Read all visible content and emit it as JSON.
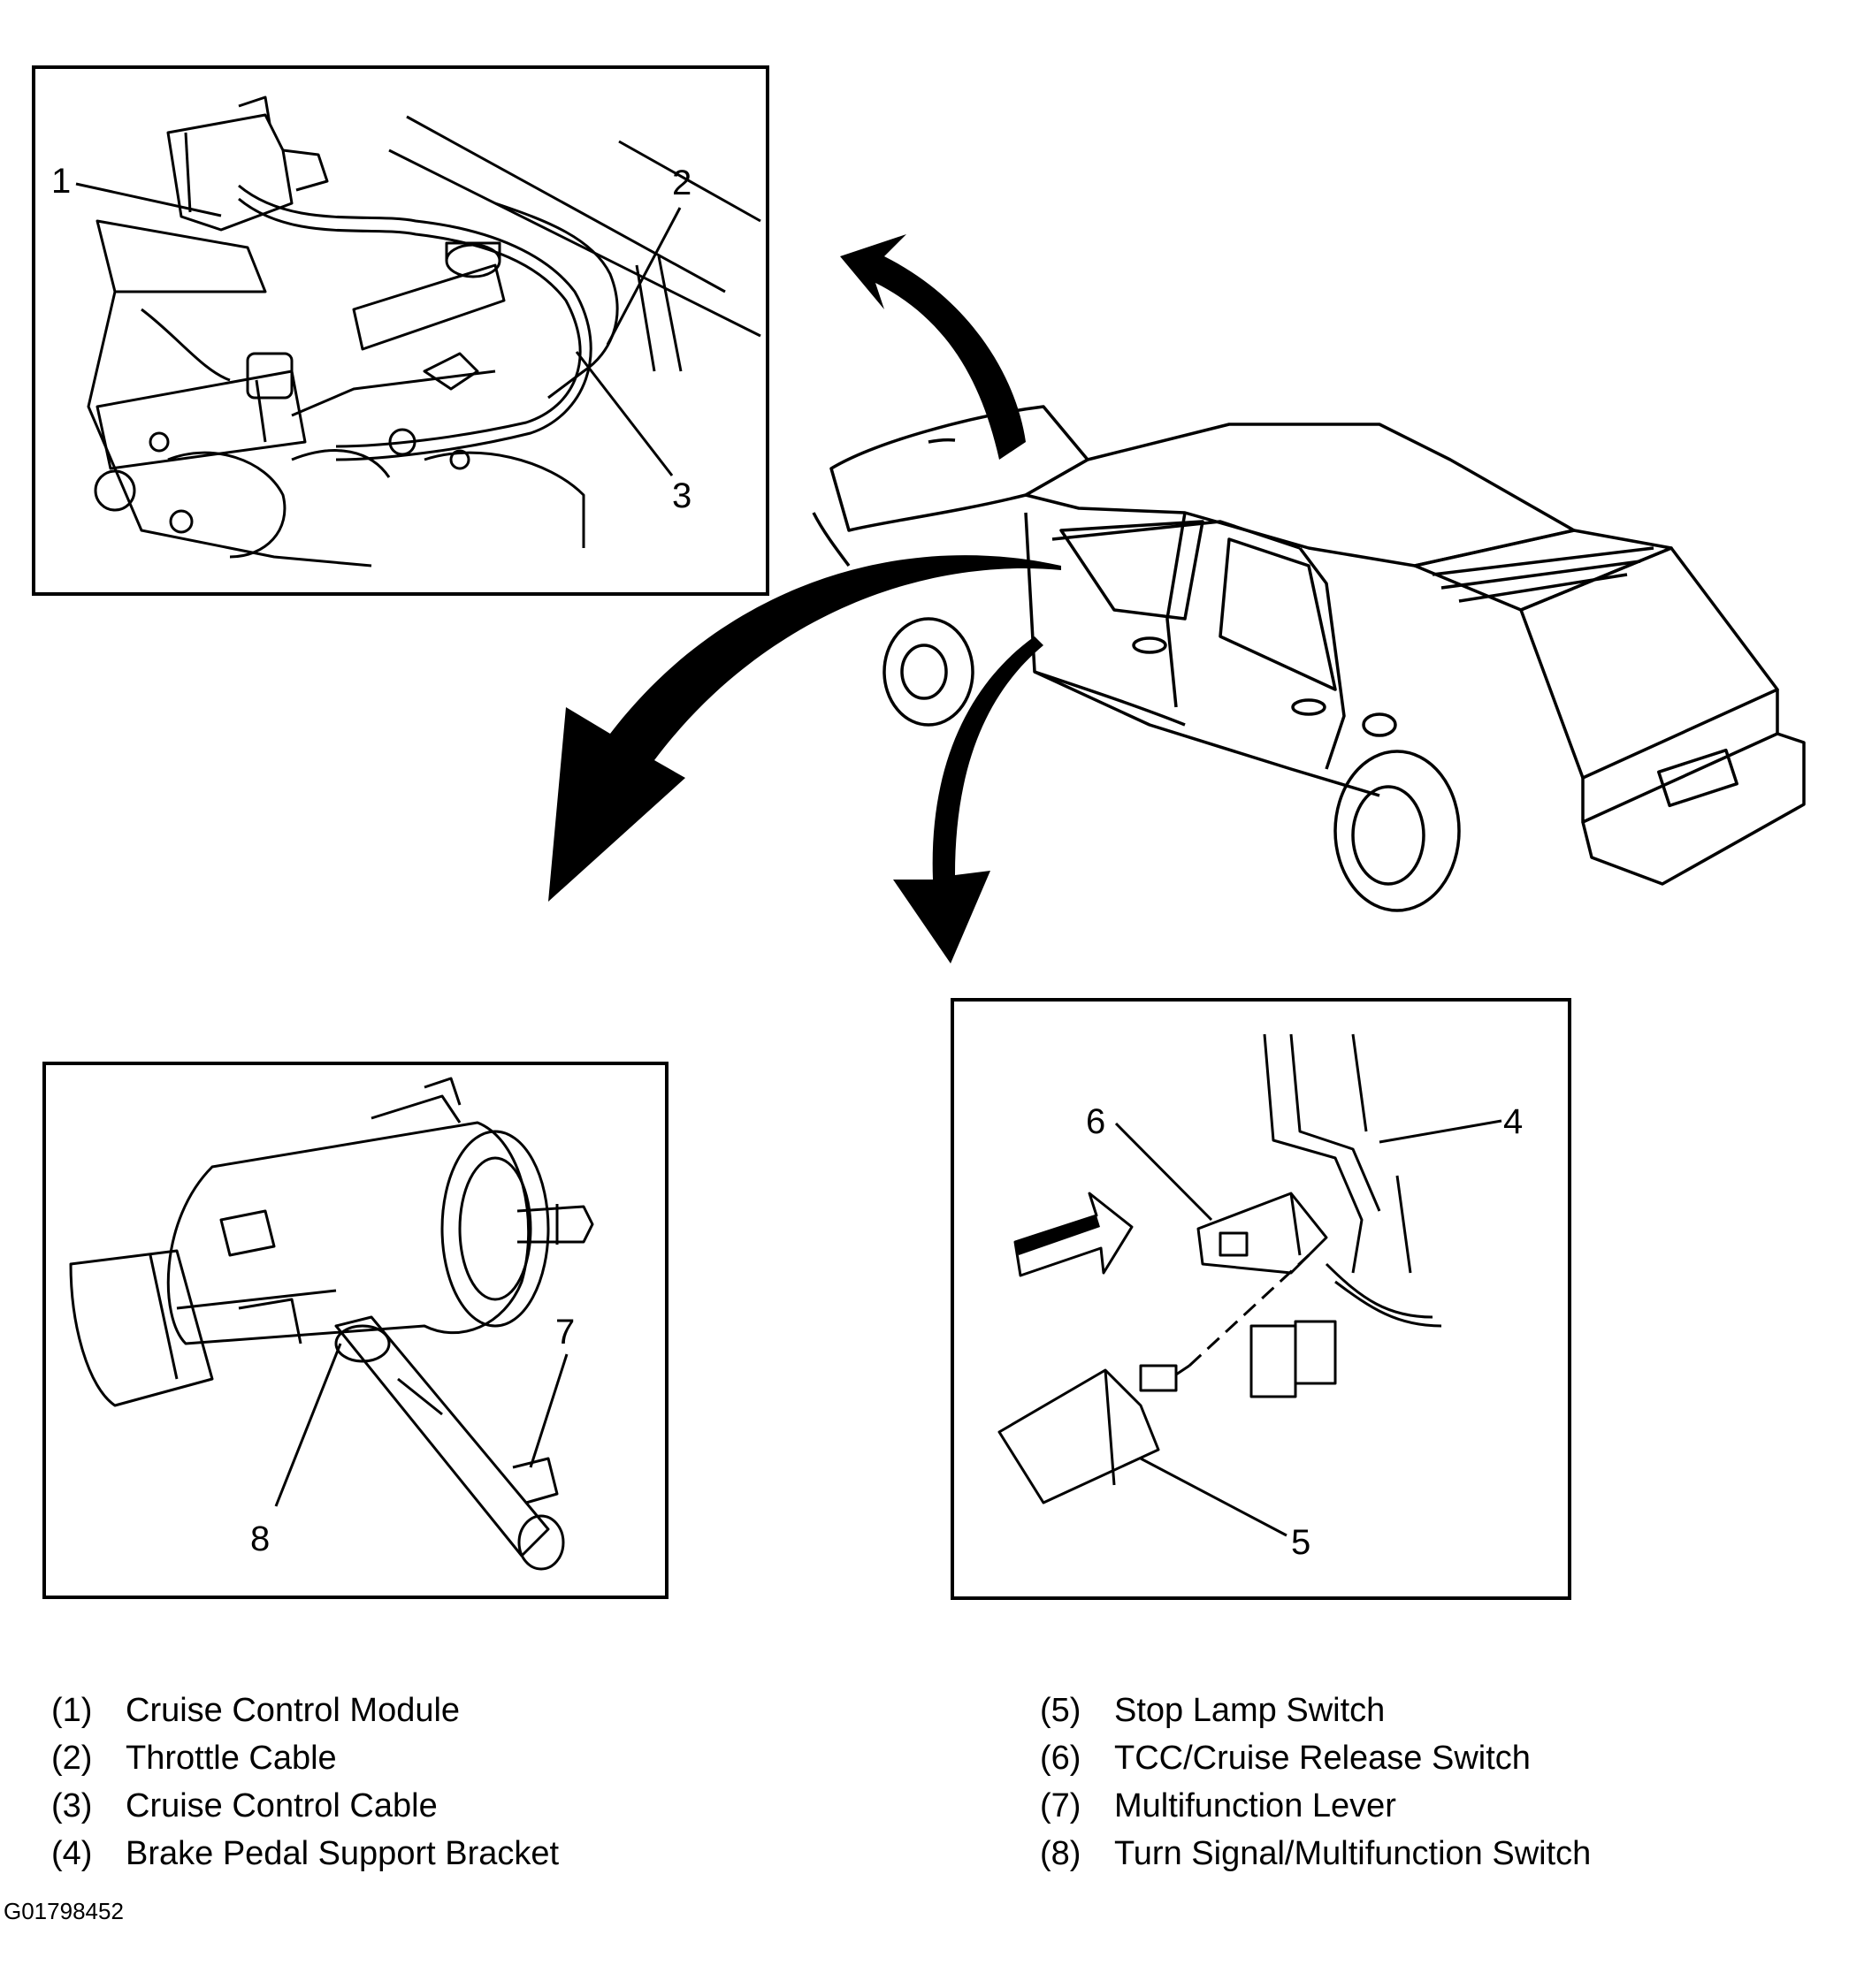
{
  "callouts": {
    "c1": "1",
    "c2": "2",
    "c3": "3",
    "c4": "4",
    "c5": "5",
    "c6": "6",
    "c7": "7",
    "c8": "8"
  },
  "legend": {
    "left": [
      {
        "num": "(1)",
        "label": "Cruise Control Module"
      },
      {
        "num": "(2)",
        "label": "Throttle Cable"
      },
      {
        "num": "(3)",
        "label": "Cruise Control Cable"
      },
      {
        "num": "(4)",
        "label": "Brake Pedal Support Bracket"
      }
    ],
    "right": [
      {
        "num": "(5)",
        "label": "Stop Lamp Switch"
      },
      {
        "num": "(6)",
        "label": "TCC/Cruise Release Switch"
      },
      {
        "num": "(7)",
        "label": "Multifunction Lever"
      },
      {
        "num": "(8)",
        "label": "Turn Signal/Multifunction Switch"
      }
    ]
  },
  "figure_id": "G01798452"
}
